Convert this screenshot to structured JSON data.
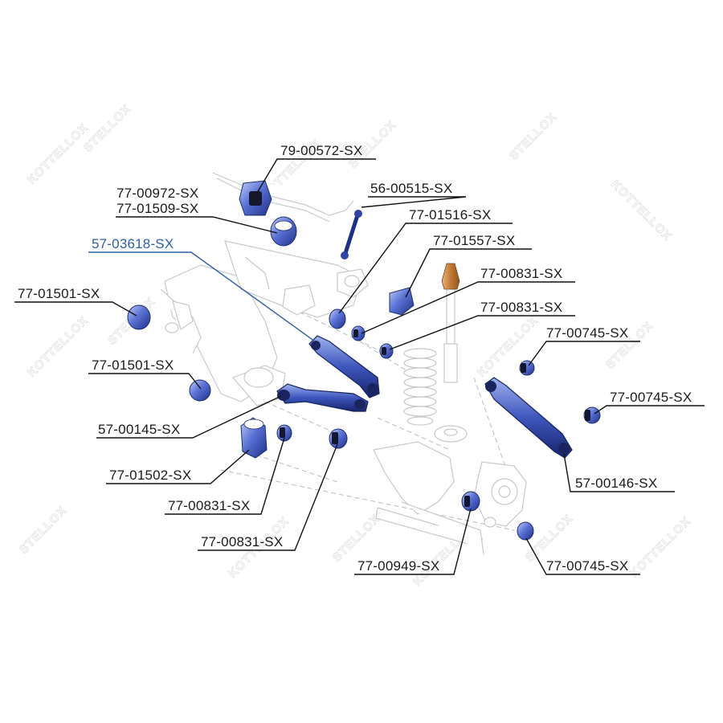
{
  "diagram": {
    "watermark": {
      "brand_a": "STELLOX",
      "brand_b": "KOTTELLOX",
      "symbol": "S"
    },
    "labels": [
      {
        "id": "79-00572",
        "text": "79-00572-SX"
      },
      {
        "id": "77-00972",
        "text": "77-00972-SX"
      },
      {
        "id": "77-01509",
        "text": "77-01509-SX"
      },
      {
        "id": "56-00515",
        "text": "56-00515-SX"
      },
      {
        "id": "77-01516",
        "text": "77-01516-SX"
      },
      {
        "id": "57-03618",
        "text": "57-03618-SX"
      },
      {
        "id": "77-01557",
        "text": "77-01557-SX"
      },
      {
        "id": "77-01501-a",
        "text": "77-01501-SX"
      },
      {
        "id": "77-00831-a",
        "text": "77-00831-SX"
      },
      {
        "id": "77-00831-b",
        "text": "77-00831-SX"
      },
      {
        "id": "77-00745-a",
        "text": "77-00745-SX"
      },
      {
        "id": "77-01501-b",
        "text": "77-01501-SX"
      },
      {
        "id": "77-00745-b",
        "text": "77-00745-SX"
      },
      {
        "id": "57-00145",
        "text": "57-00145-SX"
      },
      {
        "id": "57-00146",
        "text": "57-00146-SX"
      },
      {
        "id": "77-01502",
        "text": "77-01502-SX"
      },
      {
        "id": "77-00831-c",
        "text": "77-00831-SX"
      },
      {
        "id": "77-00831-d",
        "text": "77-00831-SX"
      },
      {
        "id": "77-00949",
        "text": "77-00949-SX"
      },
      {
        "id": "77-00745-c",
        "text": "77-00745-SX"
      }
    ],
    "colors": {
      "part_blue": "#2f45a8",
      "part_blue_light": "#8ea3e6",
      "highlight_label": "#2b5fa6",
      "bump_stop": "#c98a45",
      "sketch_line": "#c7c9cf"
    }
  }
}
